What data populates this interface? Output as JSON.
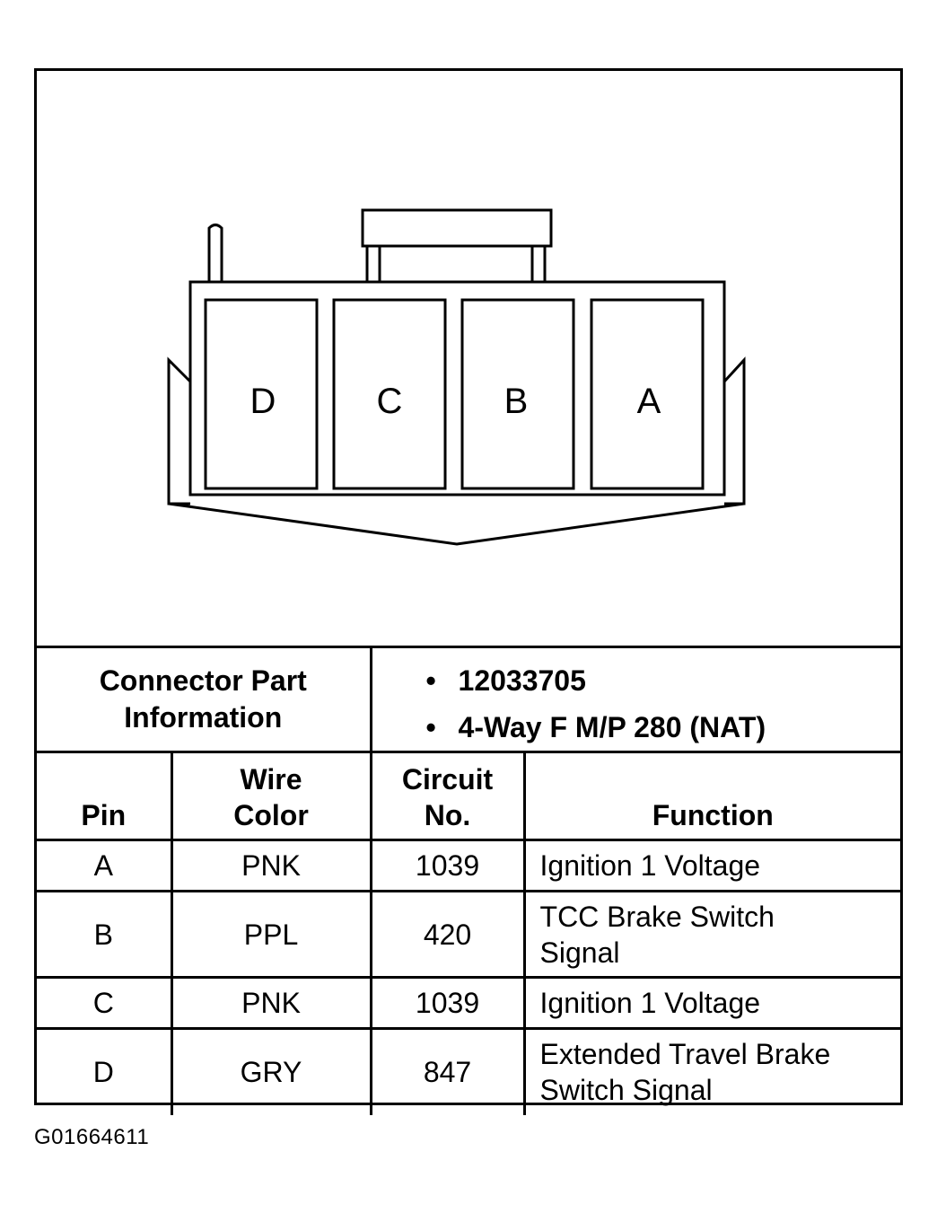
{
  "connector": {
    "pins": [
      "D",
      "C",
      "B",
      "A"
    ]
  },
  "part_info": {
    "label_line1": "Connector Part",
    "label_line2": "Information",
    "bullets": [
      "12033705",
      "4-Way F M/P 280 (NAT)"
    ]
  },
  "table": {
    "headers": {
      "pin": "Pin",
      "wire_color_line1": "Wire",
      "wire_color_line2": "Color",
      "circuit_line1": "Circuit",
      "circuit_line2": "No.",
      "function": "Function"
    },
    "rows": [
      {
        "pin": "A",
        "wire_color": "PNK",
        "circuit": "1039",
        "function_line1": "Ignition 1 Voltage",
        "function_line2": ""
      },
      {
        "pin": "B",
        "wire_color": "PPL",
        "circuit": "420",
        "function_line1": "TCC Brake Switch",
        "function_line2": "Signal"
      },
      {
        "pin": "C",
        "wire_color": "PNK",
        "circuit": "1039",
        "function_line1": "Ignition 1 Voltage",
        "function_line2": ""
      },
      {
        "pin": "D",
        "wire_color": "GRY",
        "circuit": "847",
        "function_line1": "Extended Travel Brake",
        "function_line2": "Switch Signal"
      }
    ]
  },
  "figure_id": "G01664611"
}
